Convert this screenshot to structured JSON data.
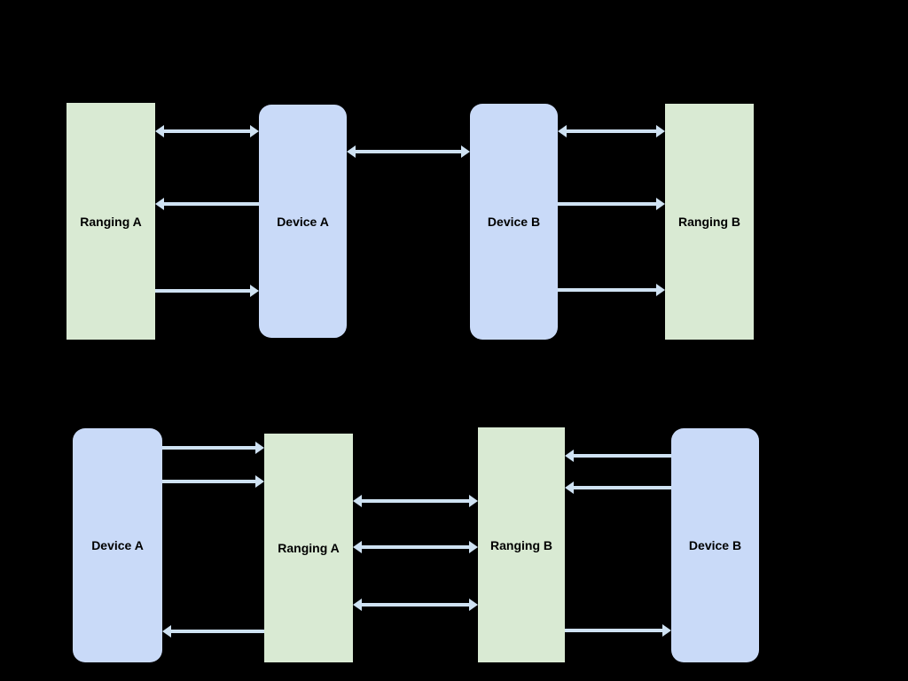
{
  "colors": {
    "background": "#000000",
    "ranging_node_fill": "#d9ead3",
    "device_node_fill": "#c9daf8",
    "arrow": "#cfe2f3",
    "label_text": "#000000"
  },
  "diagrams": {
    "top": {
      "nodes": [
        {
          "label": "Ranging A",
          "type": "ranging"
        },
        {
          "label": "Device A",
          "type": "device"
        },
        {
          "label": "Device B",
          "type": "device"
        },
        {
          "label": "Ranging B",
          "type": "ranging"
        }
      ],
      "connections": [
        {
          "from": "Ranging A",
          "to": "Device A",
          "direction": "bidirectional"
        },
        {
          "from": "Device A",
          "to": "Ranging A",
          "direction": "one-way"
        },
        {
          "from": "Ranging A",
          "to": "Device A",
          "direction": "one-way"
        },
        {
          "from": "Device A",
          "to": "Device B",
          "direction": "bidirectional"
        },
        {
          "from": "Device B",
          "to": "Ranging B",
          "direction": "bidirectional"
        },
        {
          "from": "Device B",
          "to": "Ranging B",
          "direction": "one-way"
        },
        {
          "from": "Device B",
          "to": "Ranging B",
          "direction": "one-way"
        }
      ]
    },
    "bottom": {
      "nodes": [
        {
          "label": "Device A",
          "type": "device"
        },
        {
          "label": "Ranging A",
          "type": "ranging"
        },
        {
          "label": "Ranging B",
          "type": "ranging"
        },
        {
          "label": "Device B",
          "type": "device"
        }
      ],
      "connections": [
        {
          "from": "Device A",
          "to": "Ranging A",
          "direction": "one-way"
        },
        {
          "from": "Device A",
          "to": "Ranging A",
          "direction": "one-way"
        },
        {
          "from": "Ranging A",
          "to": "Device A",
          "direction": "one-way"
        },
        {
          "from": "Ranging A",
          "to": "Ranging B",
          "direction": "bidirectional"
        },
        {
          "from": "Ranging A",
          "to": "Ranging B",
          "direction": "bidirectional"
        },
        {
          "from": "Ranging A",
          "to": "Ranging B",
          "direction": "bidirectional"
        },
        {
          "from": "Device B",
          "to": "Ranging B",
          "direction": "one-way"
        },
        {
          "from": "Device B",
          "to": "Ranging B",
          "direction": "one-way"
        },
        {
          "from": "Ranging B",
          "to": "Device B",
          "direction": "one-way"
        }
      ]
    }
  }
}
